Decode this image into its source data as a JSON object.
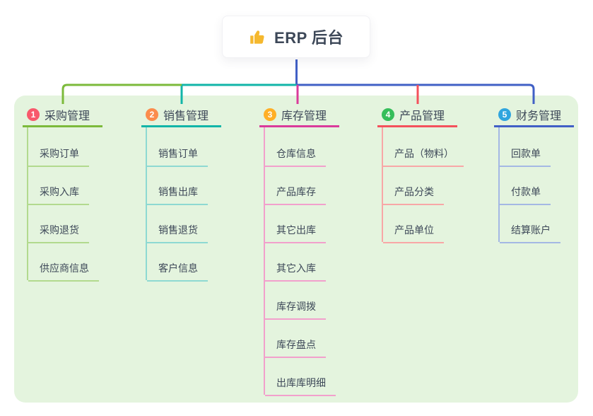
{
  "canvas": {
    "background": "#FFFFFF",
    "panel_background": "#E4F4DE",
    "text_color": "#3D4858"
  },
  "root": {
    "title": "ERP 后台",
    "icon": "thumbs-up-icon",
    "icon_color": "#F5B82E",
    "line_color": "#4160C6"
  },
  "branches": [
    {
      "badge": "1",
      "badge_color": "#F8596C",
      "label": "采购管理",
      "line_color": "#7CBA3B",
      "child_line_color": "#B2DA8E",
      "children": [
        {
          "label": "采购订单"
        },
        {
          "label": "采购入库"
        },
        {
          "label": "采购退货"
        },
        {
          "label": "供应商信息"
        }
      ]
    },
    {
      "badge": "2",
      "badge_color": "#FB8C4C",
      "label": "销售管理",
      "line_color": "#12B5A8",
      "child_line_color": "#8ED9D2",
      "children": [
        {
          "label": "销售订单"
        },
        {
          "label": "销售出库"
        },
        {
          "label": "销售退货"
        },
        {
          "label": "客户信息"
        }
      ]
    },
    {
      "badge": "3",
      "badge_color": "#FFAF26",
      "label": "库存管理",
      "line_color": "#DA3B9B",
      "child_line_color": "#F2A0CC",
      "children": [
        {
          "label": "仓库信息"
        },
        {
          "label": "产品库存"
        },
        {
          "label": "其它出库"
        },
        {
          "label": "其它入库"
        },
        {
          "label": "库存调拨"
        },
        {
          "label": "库存盘点"
        },
        {
          "label": "出库库明细"
        }
      ]
    },
    {
      "badge": "4",
      "badge_color": "#35BE5A",
      "label": "产品管理",
      "line_color": "#F4515C",
      "child_line_color": "#F8A7A7",
      "children": [
        {
          "label": "产品（物料）"
        },
        {
          "label": "产品分类"
        },
        {
          "label": "产品单位"
        }
      ]
    },
    {
      "badge": "5",
      "badge_color": "#30A5DE",
      "label": "财务管理",
      "line_color": "#4160C6",
      "child_line_color": "#A4B8E4",
      "children": [
        {
          "label": "回款单"
        },
        {
          "label": "付款单"
        },
        {
          "label": "结算账户"
        }
      ]
    }
  ]
}
